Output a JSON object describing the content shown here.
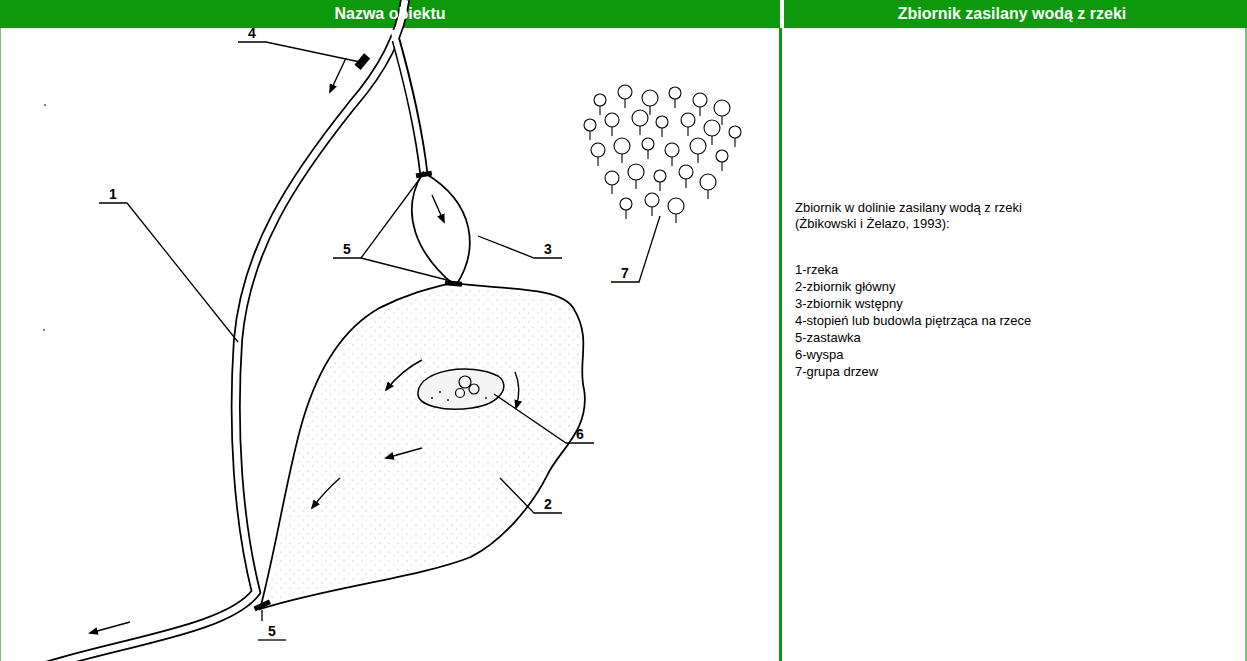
{
  "diagram": {
    "labels": [
      "Nazwa obiektu",
      "Zbiornik zasilany wodą z rzeki",
      "4",
      "5",
      "3",
      "7",
      "1",
      "6",
      "2",
      "5",
      "Zbiornik w dolinie zasilany wodą z rzeki (Żbikowski i Żelazo, 1993):",
      "1-rzeka",
      "2-zbiornik główny",
      "3-zbiornik wstępny",
      "4-stopień lub budowla piętrząca na rzece",
      "5-zastawka",
      "6-wyspa",
      "7-grupa drzew"
    ]
  }
}
